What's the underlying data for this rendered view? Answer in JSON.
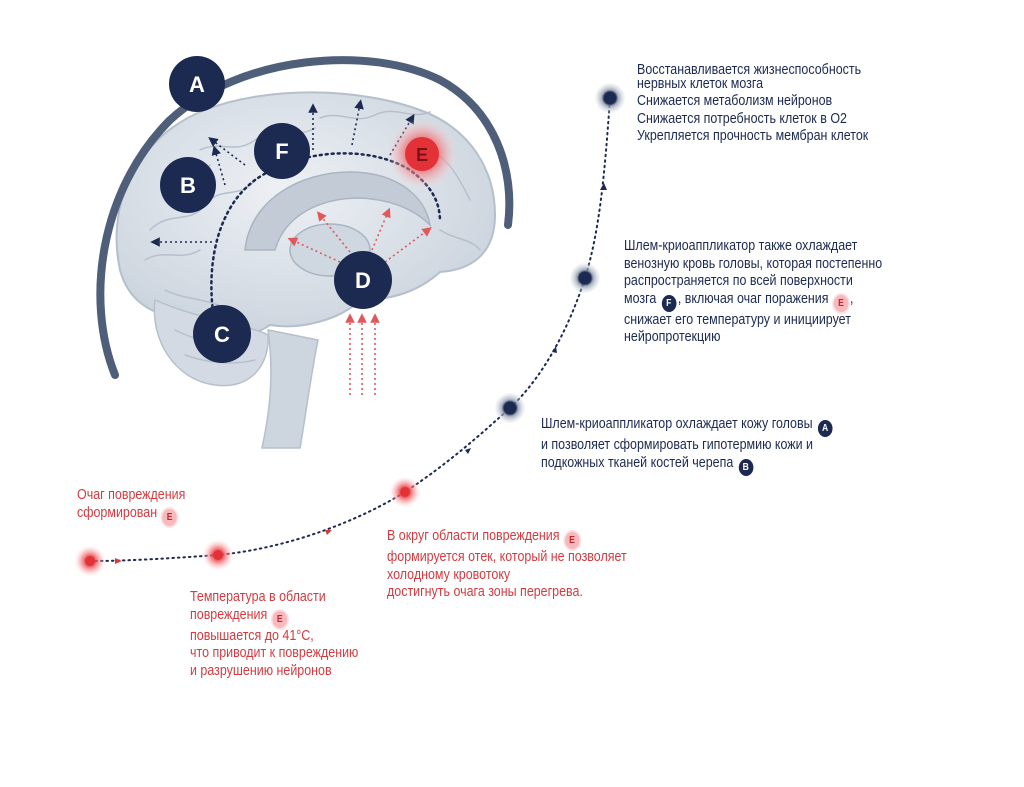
{
  "colors": {
    "navy": "#1c2a52",
    "red": "#d63a3f",
    "brain_fill": "#dde3ea",
    "brain_line": "#b5c0cc",
    "helmet": "#4f5f7a"
  },
  "markers": {
    "A": "A",
    "B": "B",
    "C": "C",
    "D": "D",
    "E": "E",
    "F": "F"
  },
  "notes": {
    "top": {
      "lines": [
        "Восстанавливается жизнеспособность",
        "нервных клеток мозга",
        "Снижается метаболизм нейронов",
        "Снижается потребность клеток в О2",
        "Укрепляется прочность мембран клеток"
      ]
    },
    "venous": {
      "line1": "Шлем-криоаппликатор также охлаждает",
      "line2": "венозную кровь головы, которая постепенно",
      "line3": "распространяется по всей поверхности",
      "line4_a": "мозга",
      "line4_b": ", включая очаг поражения",
      "line4_c": ",",
      "line5": "снижает его температуру и инициирует",
      "line6": "нейропротекцию"
    },
    "skin": {
      "line1": "Шлем-криоаппликатор охлаждает кожу головы",
      "line2": "и позволяет сформировать гипотермию кожи и",
      "line3": "подкожных тканей костей черепа"
    },
    "focus": {
      "line1": "Очаг повреждения",
      "line2": "сформирован"
    },
    "temperature": {
      "line1": "Температура в области",
      "line2": "повреждения",
      "line3": "повышается до 41°С,",
      "line4": "что приводит к  повреждению",
      "line5": "и разрушению нейронов"
    },
    "edema": {
      "line1": "В округ области повреждения",
      "line2": "формируется отек, который не позволяет",
      "line3": "холодному кровотоку",
      "line4": "достигнуть очага зоны перегрева."
    }
  }
}
